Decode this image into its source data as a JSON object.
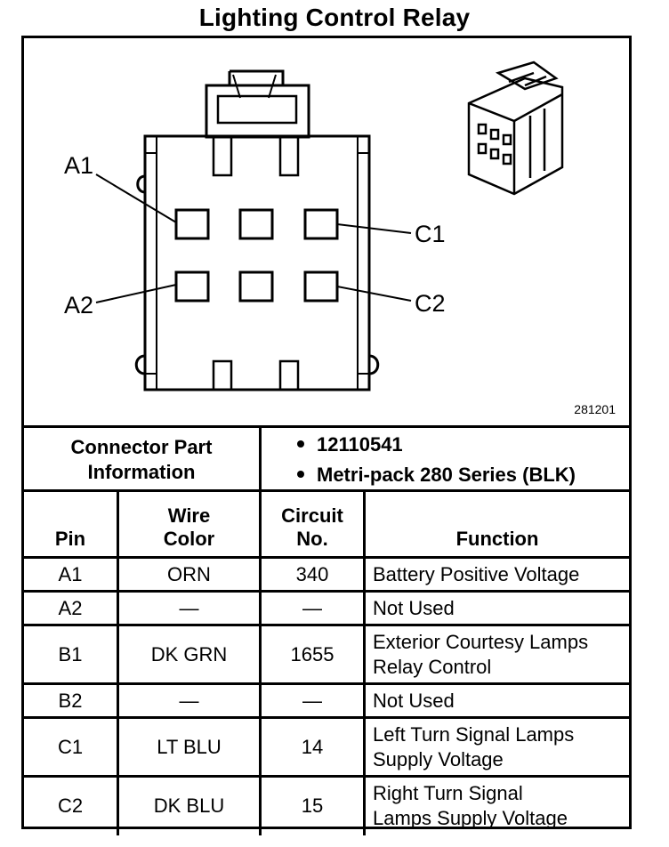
{
  "title": "Lighting Control Relay",
  "figure": {
    "number": "281201",
    "pin_labels": [
      "A1",
      "A2",
      "C1",
      "C2"
    ]
  },
  "connector_info": {
    "label_line1": "Connector Part",
    "label_line2": "Information",
    "items": [
      "12110541",
      "Metri-pack 280 Series (BLK)"
    ]
  },
  "table": {
    "headers": {
      "pin": "Pin",
      "wire_line1": "Wire",
      "wire_line2": "Color",
      "circuit_line1": "Circuit",
      "circuit_line2": "No.",
      "function": "Function"
    },
    "rows": [
      {
        "pin": "A1",
        "color": "ORN",
        "circuit": "340",
        "function": [
          "Battery Positive Voltage"
        ]
      },
      {
        "pin": "A2",
        "color": "—",
        "circuit": "—",
        "function": [
          "Not Used"
        ]
      },
      {
        "pin": "B1",
        "color": "DK GRN",
        "circuit": "1655",
        "function": [
          "Exterior Courtesy Lamps",
          "Relay Control"
        ]
      },
      {
        "pin": "B2",
        "color": "—",
        "circuit": "—",
        "function": [
          "Not Used"
        ]
      },
      {
        "pin": "C1",
        "color": "LT BLU",
        "circuit": "14",
        "function": [
          "Left Turn Signal Lamps",
          "Supply Voltage"
        ]
      },
      {
        "pin": "C2",
        "color": "DK BLU",
        "circuit": "15",
        "function": [
          "Right Turn Signal",
          "Lamps Supply Voltage"
        ]
      }
    ]
  }
}
